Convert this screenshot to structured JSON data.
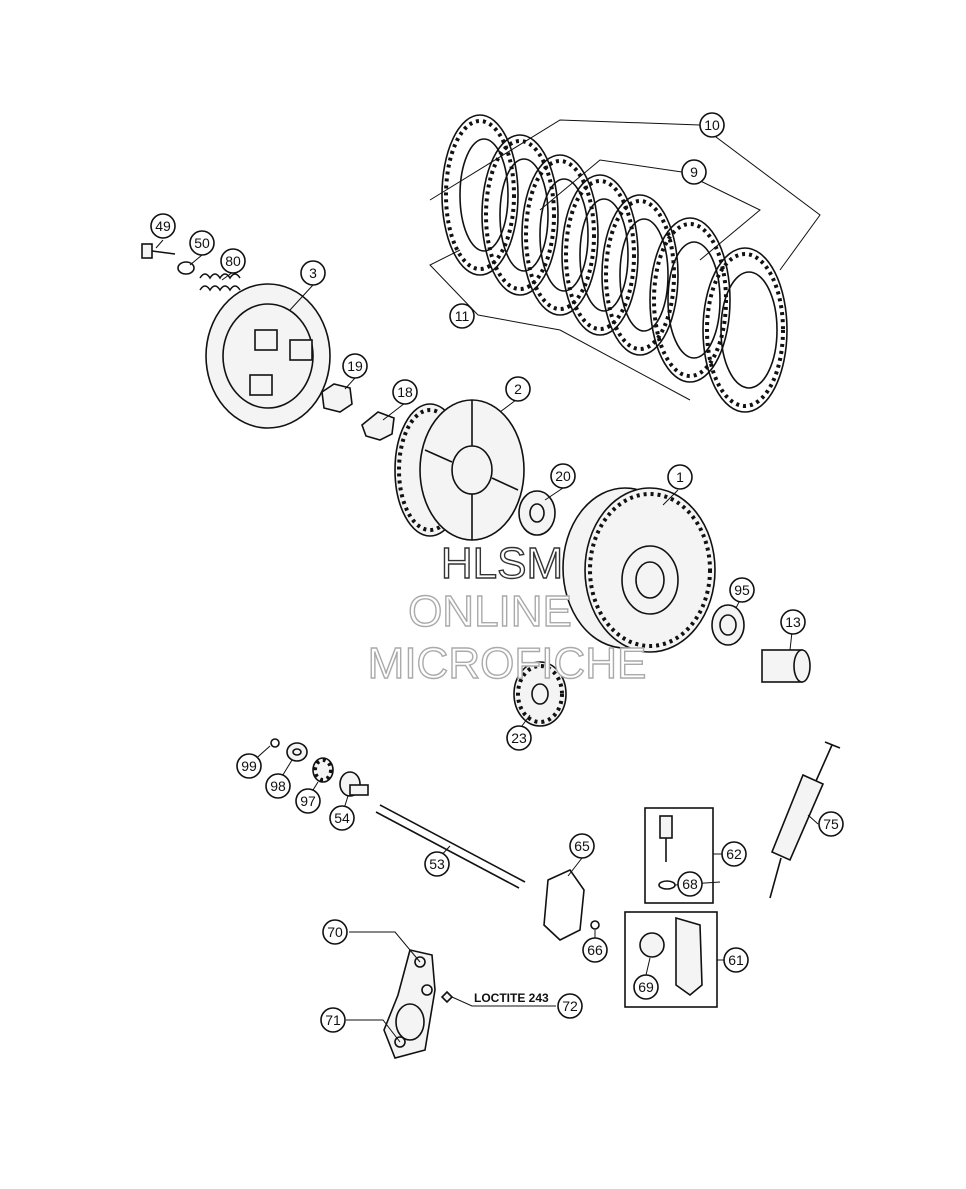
{
  "diagram": {
    "callouts": [
      {
        "id": "c10",
        "label": "10"
      },
      {
        "id": "c9",
        "label": "9"
      },
      {
        "id": "c11",
        "label": "11"
      },
      {
        "id": "c49",
        "label": "49"
      },
      {
        "id": "c50",
        "label": "50"
      },
      {
        "id": "c80",
        "label": "80"
      },
      {
        "id": "c3",
        "label": "3"
      },
      {
        "id": "c19",
        "label": "19"
      },
      {
        "id": "c18",
        "label": "18"
      },
      {
        "id": "c2",
        "label": "2"
      },
      {
        "id": "c20",
        "label": "20"
      },
      {
        "id": "c1",
        "label": "1"
      },
      {
        "id": "c95",
        "label": "95"
      },
      {
        "id": "c13",
        "label": "13"
      },
      {
        "id": "c23",
        "label": "23"
      },
      {
        "id": "c99",
        "label": "99"
      },
      {
        "id": "c98",
        "label": "98"
      },
      {
        "id": "c97",
        "label": "97"
      },
      {
        "id": "c54",
        "label": "54"
      },
      {
        "id": "c53",
        "label": "53"
      },
      {
        "id": "c65",
        "label": "65"
      },
      {
        "id": "c66",
        "label": "66"
      },
      {
        "id": "c62",
        "label": "62"
      },
      {
        "id": "c68",
        "label": "68"
      },
      {
        "id": "c75",
        "label": "75"
      },
      {
        "id": "c61",
        "label": "61"
      },
      {
        "id": "c69",
        "label": "69"
      },
      {
        "id": "c70",
        "label": "70"
      },
      {
        "id": "c71",
        "label": "71"
      },
      {
        "id": "c72",
        "label": "72"
      }
    ],
    "annotation": "LOCTITE 243"
  },
  "watermark": {
    "line1": "HLSM",
    "line2": "ONLINE",
    "line3": "MICROFICHE"
  }
}
